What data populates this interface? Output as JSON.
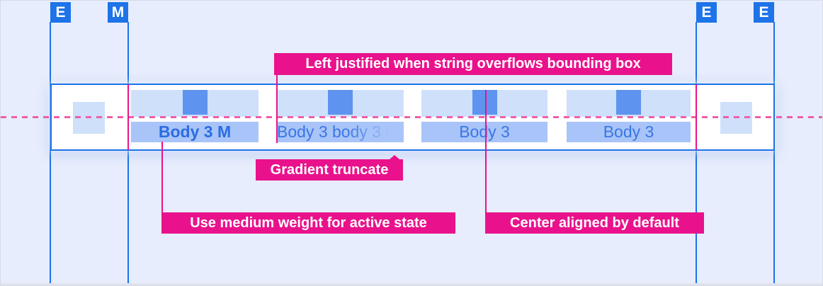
{
  "edge_markers": [
    {
      "label": "E",
      "position": "left-edge"
    },
    {
      "label": "M",
      "position": "left-margin"
    },
    {
      "label": "E",
      "position": "right-margin"
    },
    {
      "label": "E",
      "position": "right-edge"
    }
  ],
  "tabs": [
    {
      "label": "Body 3 M",
      "state": "active",
      "alignment": "center"
    },
    {
      "label": "Body 3 body 3 b",
      "state": "overflow-truncated",
      "alignment": "left"
    },
    {
      "label": "Body 3",
      "state": "default",
      "alignment": "center"
    },
    {
      "label": "Body 3",
      "state": "default",
      "alignment": "center"
    }
  ],
  "annotations": {
    "overflow": "Left justified when string overflows bounding box",
    "gradient": "Gradient truncate",
    "active_weight": "Use medium weight for active state",
    "center_aligned": "Center aligned by default"
  },
  "colors": {
    "background": "#e7edfc",
    "accent_blue": "#1a73e8",
    "tab_top_band": "#cfe0fb",
    "tab_label_band": "#a9c4f8",
    "icon_square": "#5e94ef",
    "active_text": "#2a6de0",
    "default_text": "#3a76e4",
    "annotation_pink": "#e9128c",
    "dashed_line_pink": "#ee5fa9"
  }
}
